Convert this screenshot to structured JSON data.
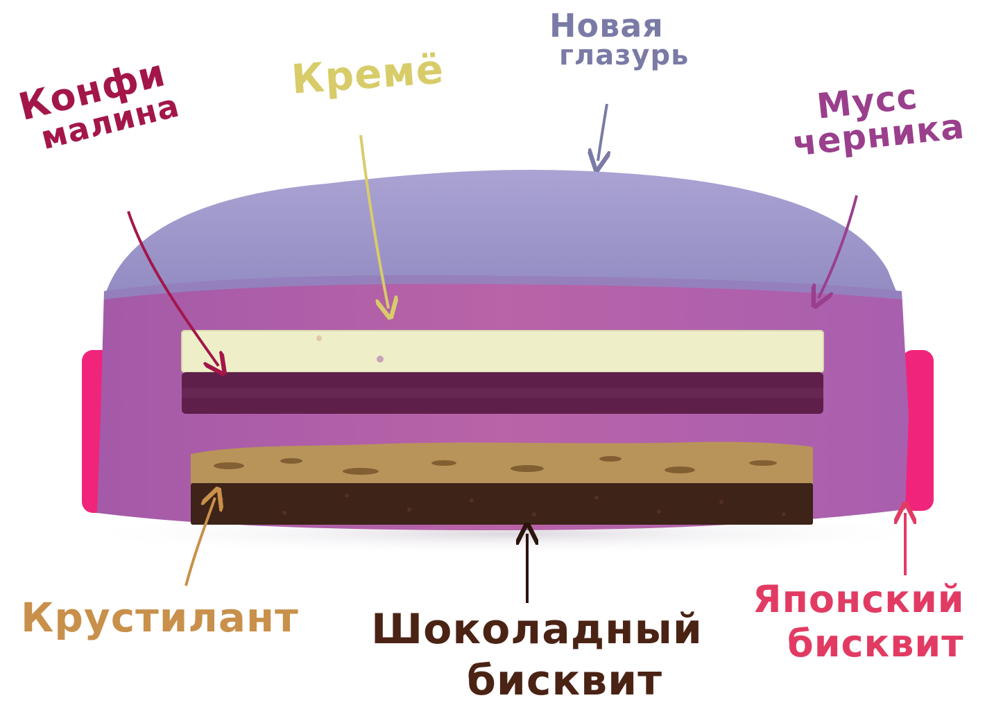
{
  "labels": {
    "konfi": {
      "line1": "Конфи",
      "line2": "малина",
      "color": "#a3164a"
    },
    "kreme": {
      "line1": "Кремё",
      "color": "#d8cc6a"
    },
    "glazur": {
      "line1": "Новая",
      "line2": "глазурь",
      "color": "#7a7aa6"
    },
    "muss": {
      "line1": "Мусс",
      "line2": "черника",
      "color": "#9a3f8c"
    },
    "krustilant": {
      "line1": "Крустилант",
      "color": "#c8904a"
    },
    "choco": {
      "line1": "Шоколадный",
      "line2": "бисквит",
      "color": "#4a2314"
    },
    "japan": {
      "line1": "Японский",
      "line2": "бисквит",
      "color": "#e23b63"
    }
  },
  "colors": {
    "glaze": "#9c93c8",
    "mousse": "#b55fa4",
    "cream": "#eeefc8",
    "confit": "#5e1f4a",
    "crust": "#b9945a",
    "chocolate": "#3d2318",
    "japanese_side": "#f0247a"
  }
}
